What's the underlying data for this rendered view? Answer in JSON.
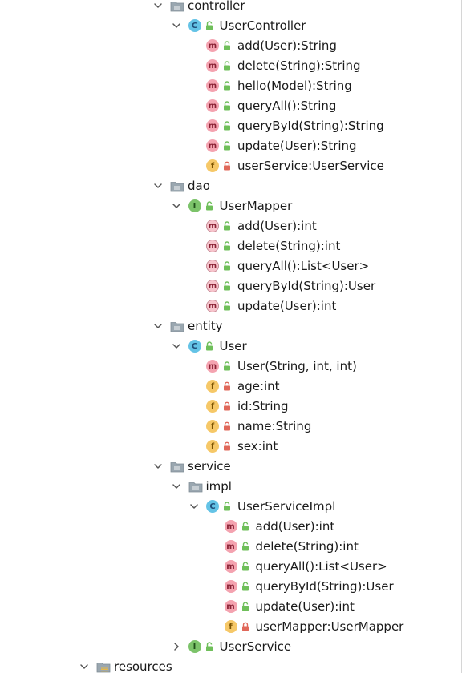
{
  "tree": {
    "items": [
      {
        "label": "controller",
        "kind": "folder",
        "expanded": true,
        "depth": 0
      },
      {
        "label": "UserController",
        "kind": "class",
        "expanded": true,
        "depth": 1,
        "visibility": "public"
      },
      {
        "label": "add(User):String",
        "kind": "method",
        "depth": 2,
        "visibility": "public"
      },
      {
        "label": "delete(String):String",
        "kind": "method",
        "depth": 2,
        "visibility": "public"
      },
      {
        "label": "hello(Model):String",
        "kind": "method",
        "depth": 2,
        "visibility": "public"
      },
      {
        "label": "queryAll():String",
        "kind": "method",
        "depth": 2,
        "visibility": "public"
      },
      {
        "label": "queryById(String):String",
        "kind": "method",
        "depth": 2,
        "visibility": "public"
      },
      {
        "label": "update(User):String",
        "kind": "method",
        "depth": 2,
        "visibility": "public"
      },
      {
        "label": "userService:UserService",
        "kind": "field",
        "depth": 2,
        "visibility": "private"
      },
      {
        "label": "dao",
        "kind": "folder",
        "expanded": true,
        "depth": 0
      },
      {
        "label": "UserMapper",
        "kind": "interface",
        "expanded": true,
        "depth": 1,
        "visibility": "public"
      },
      {
        "label": "add(User):int",
        "kind": "abstract-method",
        "depth": 2,
        "visibility": "public"
      },
      {
        "label": "delete(String):int",
        "kind": "abstract-method",
        "depth": 2,
        "visibility": "public"
      },
      {
        "label": "queryAll():List<User>",
        "kind": "abstract-method",
        "depth": 2,
        "visibility": "public"
      },
      {
        "label": "queryById(String):User",
        "kind": "abstract-method",
        "depth": 2,
        "visibility": "public"
      },
      {
        "label": "update(User):int",
        "kind": "abstract-method",
        "depth": 2,
        "visibility": "public"
      },
      {
        "label": "entity",
        "kind": "folder",
        "expanded": true,
        "depth": 0
      },
      {
        "label": "User",
        "kind": "class",
        "expanded": true,
        "depth": 1,
        "visibility": "public"
      },
      {
        "label": "User(String, int, int)",
        "kind": "method",
        "depth": 2,
        "visibility": "public"
      },
      {
        "label": "age:int",
        "kind": "field",
        "depth": 2,
        "visibility": "private"
      },
      {
        "label": "id:String",
        "kind": "field",
        "depth": 2,
        "visibility": "private"
      },
      {
        "label": "name:String",
        "kind": "field",
        "depth": 2,
        "visibility": "private"
      },
      {
        "label": "sex:int",
        "kind": "field",
        "depth": 2,
        "visibility": "private"
      },
      {
        "label": "service",
        "kind": "folder",
        "expanded": true,
        "depth": 0
      },
      {
        "label": "impl",
        "kind": "folder",
        "expanded": true,
        "depth": 1
      },
      {
        "label": "UserServiceImpl",
        "kind": "class",
        "expanded": true,
        "depth": 2,
        "visibility": "public"
      },
      {
        "label": "add(User):int",
        "kind": "method",
        "depth": 3,
        "visibility": "public"
      },
      {
        "label": "delete(String):int",
        "kind": "method",
        "depth": 3,
        "visibility": "public"
      },
      {
        "label": "queryAll():List<User>",
        "kind": "method",
        "depth": 3,
        "visibility": "public"
      },
      {
        "label": "queryById(String):User",
        "kind": "method",
        "depth": 3,
        "visibility": "public"
      },
      {
        "label": "update(User):int",
        "kind": "method",
        "depth": 3,
        "visibility": "public"
      },
      {
        "label": "userMapper:UserMapper",
        "kind": "field",
        "depth": 3,
        "visibility": "private"
      },
      {
        "label": "UserService",
        "kind": "interface",
        "expanded": false,
        "depth": 1,
        "visibility": "public"
      },
      {
        "label": "resources",
        "kind": "resources-folder",
        "expanded": true,
        "depth": -1
      }
    ]
  },
  "colors": {
    "class_icon": "#64c3e6",
    "interface_icon": "#7cc36a",
    "method_icon": "#f4a3b0",
    "field_icon": "#f6c868",
    "public_lock": "#6fbf5a",
    "private_lock": "#e0685a",
    "folder": "#9aa7b0"
  }
}
